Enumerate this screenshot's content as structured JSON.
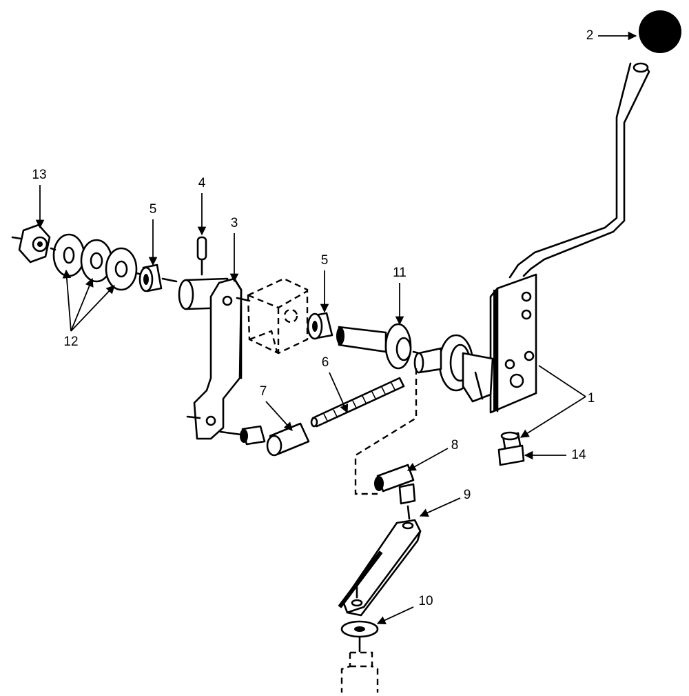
{
  "callouts": {
    "c1": "1",
    "c2": "2",
    "c3": "3",
    "c4": "4",
    "c5a": "5",
    "c5b": "5",
    "c6": "6",
    "c7": "7",
    "c8": "8",
    "c9": "9",
    "c10": "10",
    "c11": "11",
    "c12": "12",
    "c13": "13",
    "c14": "14"
  },
  "colors": {
    "ink": "#000000",
    "paper": "#ffffff"
  }
}
